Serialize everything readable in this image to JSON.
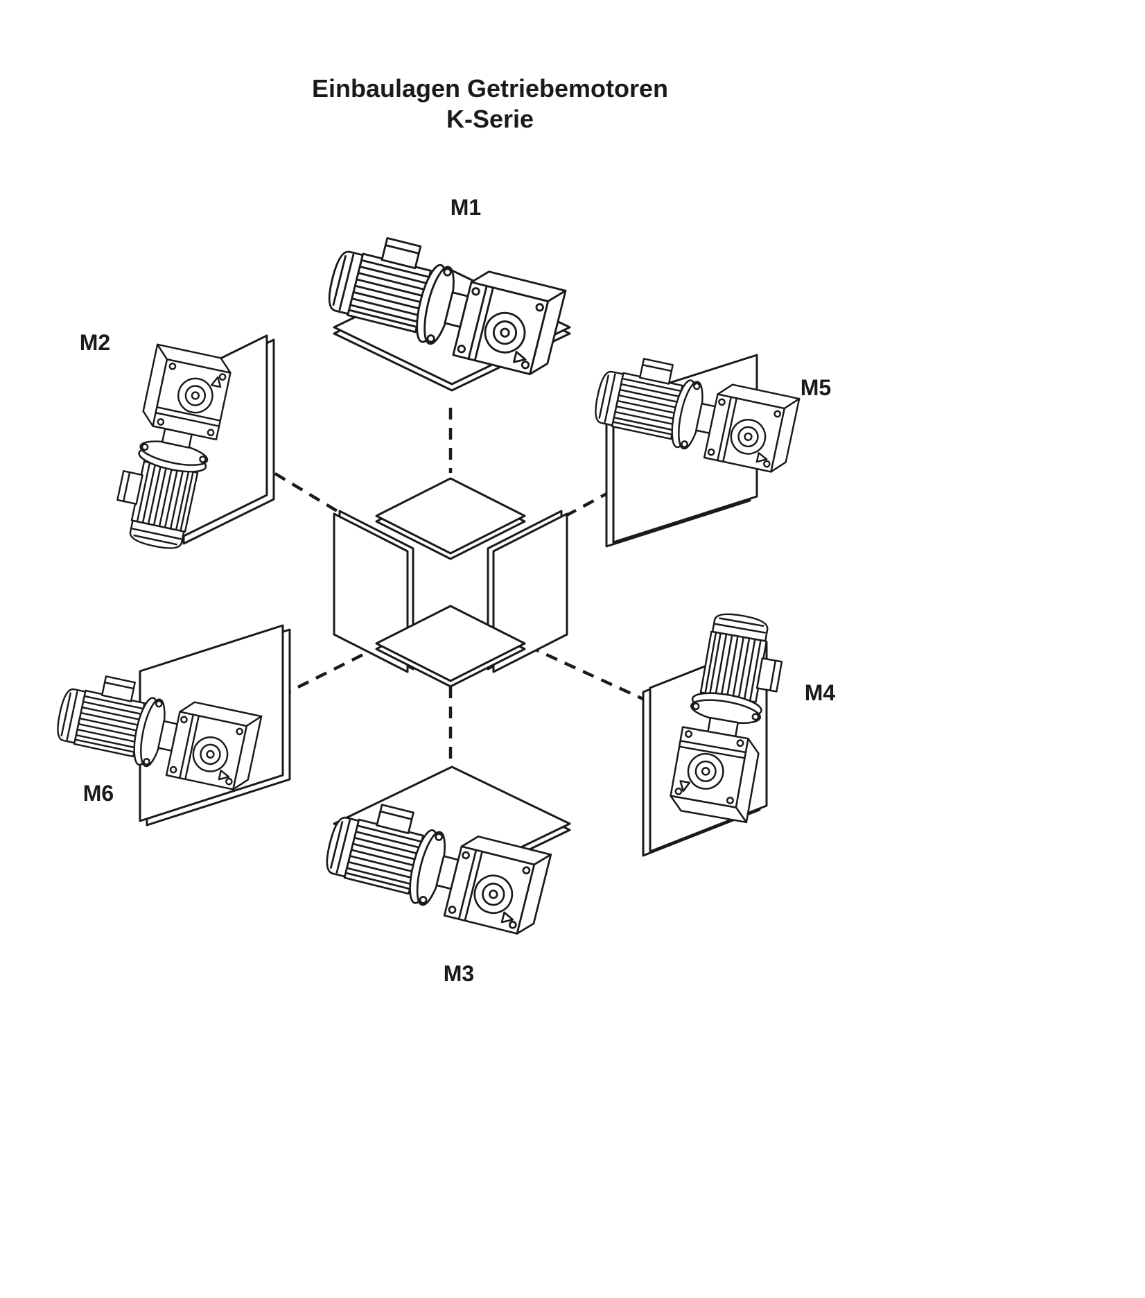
{
  "diagram": {
    "title": "Einbaulagen Getriebemotoren",
    "subtitle": "K-Serie",
    "positions": [
      {
        "id": "M1",
        "label": "M1",
        "mounting": "floor, gearbox horizontal"
      },
      {
        "id": "M2",
        "label": "M2",
        "mounting": "wall, motor pointing down"
      },
      {
        "id": "M3",
        "label": "M3",
        "mounting": "ceiling, gearbox horizontal"
      },
      {
        "id": "M4",
        "label": "M4",
        "mounting": "wall, motor pointing up"
      },
      {
        "id": "M5",
        "label": "M5",
        "mounting": "wall, motor horizontal"
      },
      {
        "id": "M6",
        "label": "M6",
        "mounting": "wall, motor horizontal"
      }
    ]
  },
  "colors": {
    "line": "#1a1a1a",
    "background": "#ffffff"
  }
}
